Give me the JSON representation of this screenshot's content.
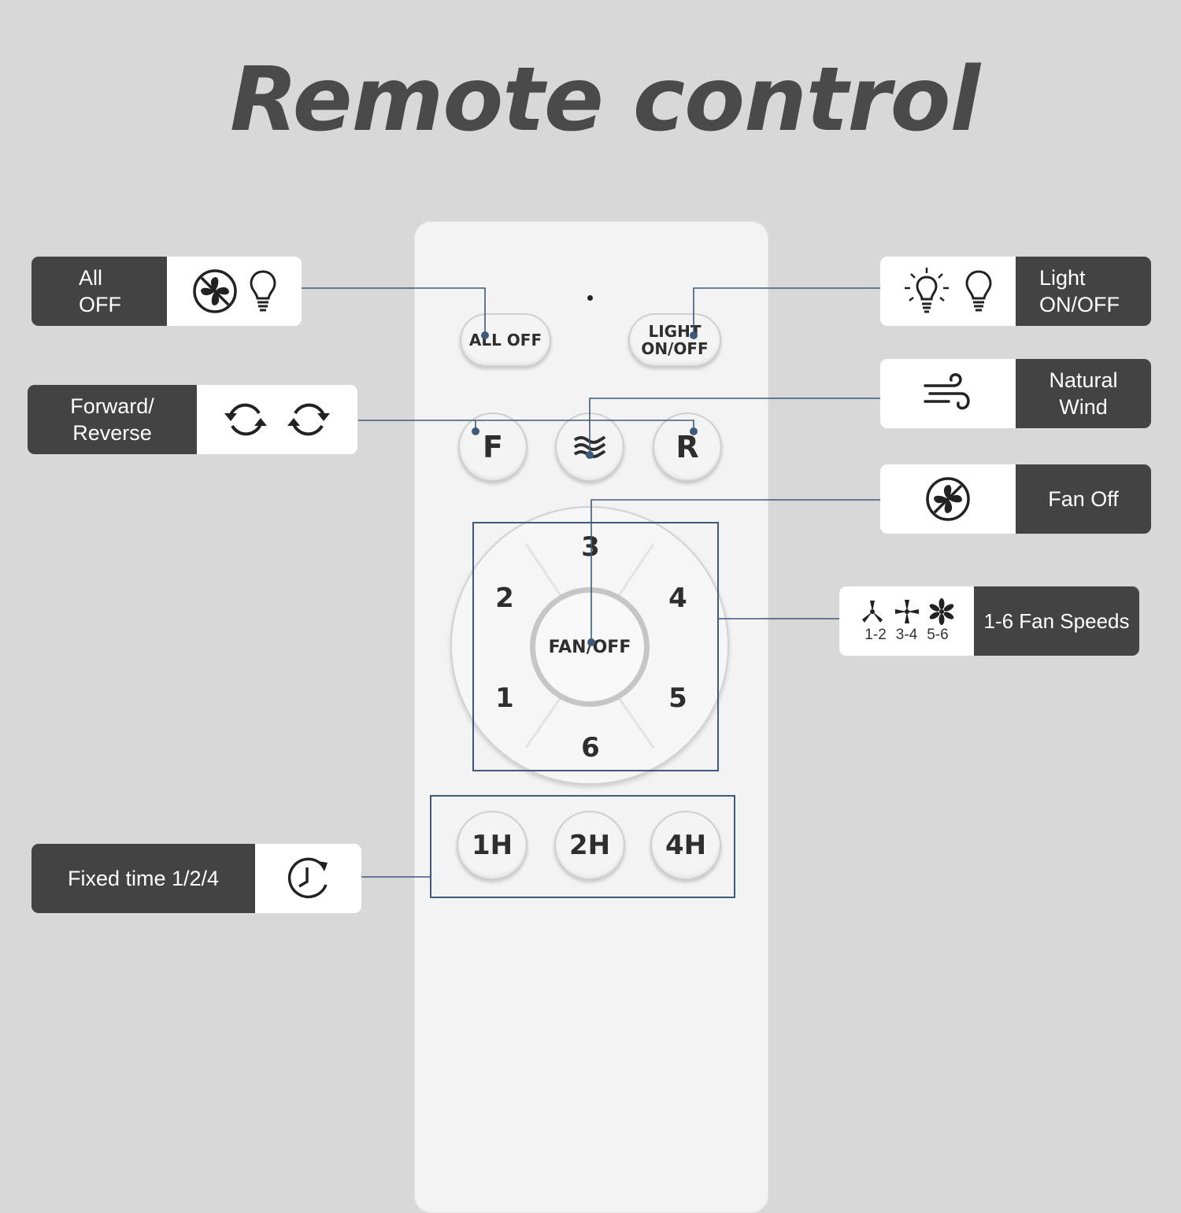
{
  "title": "Remote control",
  "remote": {
    "buttons": {
      "all_off": "ALL OFF",
      "light_line1": "LIGHT",
      "light_line2": "ON/OFF",
      "forward": "F",
      "reverse": "R",
      "fan_off": "FAN/OFF",
      "timer_1h": "1H",
      "timer_2h": "2H",
      "timer_4h": "4H"
    },
    "speeds": {
      "s1": "1",
      "s2": "2",
      "s3": "3",
      "s4": "4",
      "s5": "5",
      "s6": "6"
    }
  },
  "labels": {
    "all_off_line1": "All",
    "all_off_line2": "OFF",
    "forward_reverse_line1": "Forward/",
    "forward_reverse_line2": "Reverse",
    "fixed_time": "Fixed time 1/2/4",
    "light_line1": "Light",
    "light_line2": "ON/OFF",
    "natural_wind_line1": "Natural",
    "natural_wind_line2": "Wind",
    "fan_off": "Fan Off",
    "fan_speeds": "1-6 Fan Speeds",
    "speed_1_2": "1-2",
    "speed_3_4": "3-4",
    "speed_5_6": "5-6"
  },
  "icons": {
    "all_off": [
      "fan-off-icon",
      "bulb-icon"
    ],
    "forward_reverse": [
      "rotate-ccw-icon",
      "rotate-cw-icon"
    ],
    "fixed_time": "timer-icon",
    "light": [
      "bulb-on-icon",
      "bulb-icon"
    ],
    "natural_wind": "wind-icon",
    "fan_off": "fan-off-icon",
    "fan_speeds": [
      "fan-3-blade-icon",
      "fan-4-blade-icon",
      "fan-6-blade-icon"
    ],
    "remote_buttons": "wind-waves-icon"
  },
  "colors": {
    "background": "#d8d8d8",
    "label_dark": "#434343",
    "connector": "#3e5a7a",
    "title": "#4a4a4a"
  }
}
